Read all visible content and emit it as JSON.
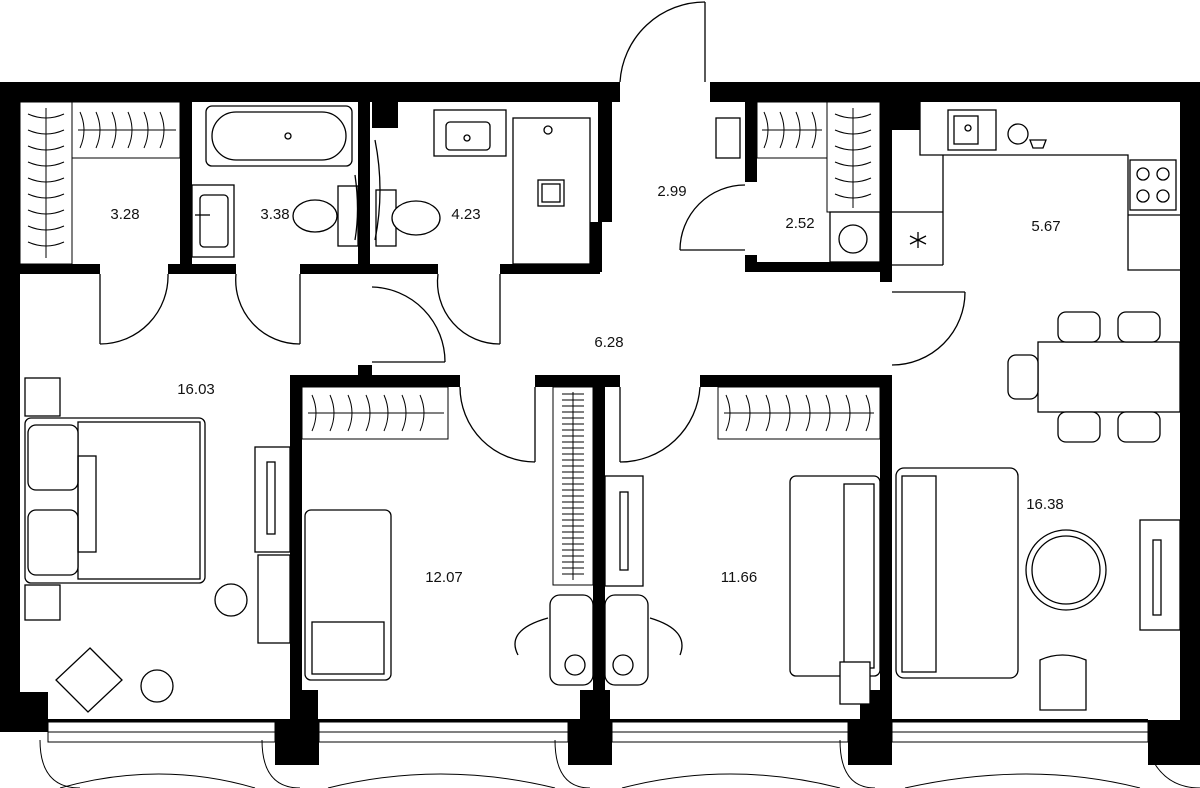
{
  "rooms": [
    {
      "id": "wardrobe-left",
      "area": "3.28"
    },
    {
      "id": "bathroom",
      "area": "3.38"
    },
    {
      "id": "shower-room",
      "area": "4.23"
    },
    {
      "id": "vestibule",
      "area": "2.99"
    },
    {
      "id": "wardrobe-entry",
      "area": "2.52"
    },
    {
      "id": "kitchen",
      "area": "5.67"
    },
    {
      "id": "hallway",
      "area": "6.28"
    },
    {
      "id": "master-bedroom",
      "area": "16.03"
    },
    {
      "id": "bedroom-2",
      "area": "12.07"
    },
    {
      "id": "bedroom-3",
      "area": "11.66"
    },
    {
      "id": "living-room",
      "area": "16.38"
    }
  ],
  "colors": {
    "wall": "#000000",
    "background": "#ffffff",
    "line": "#000000"
  },
  "icons": [
    "snowflake-icon",
    "door-swing-icon",
    "wardrobe-hanger-icon",
    "bathtub-icon",
    "toilet-icon",
    "sink-icon",
    "shower-icon",
    "stove-icon",
    "washing-machine-icon",
    "bed-icon",
    "sofa-icon",
    "dining-table-icon",
    "armchair-icon",
    "round-table-icon",
    "desk-icon",
    "radiator-icon"
  ]
}
